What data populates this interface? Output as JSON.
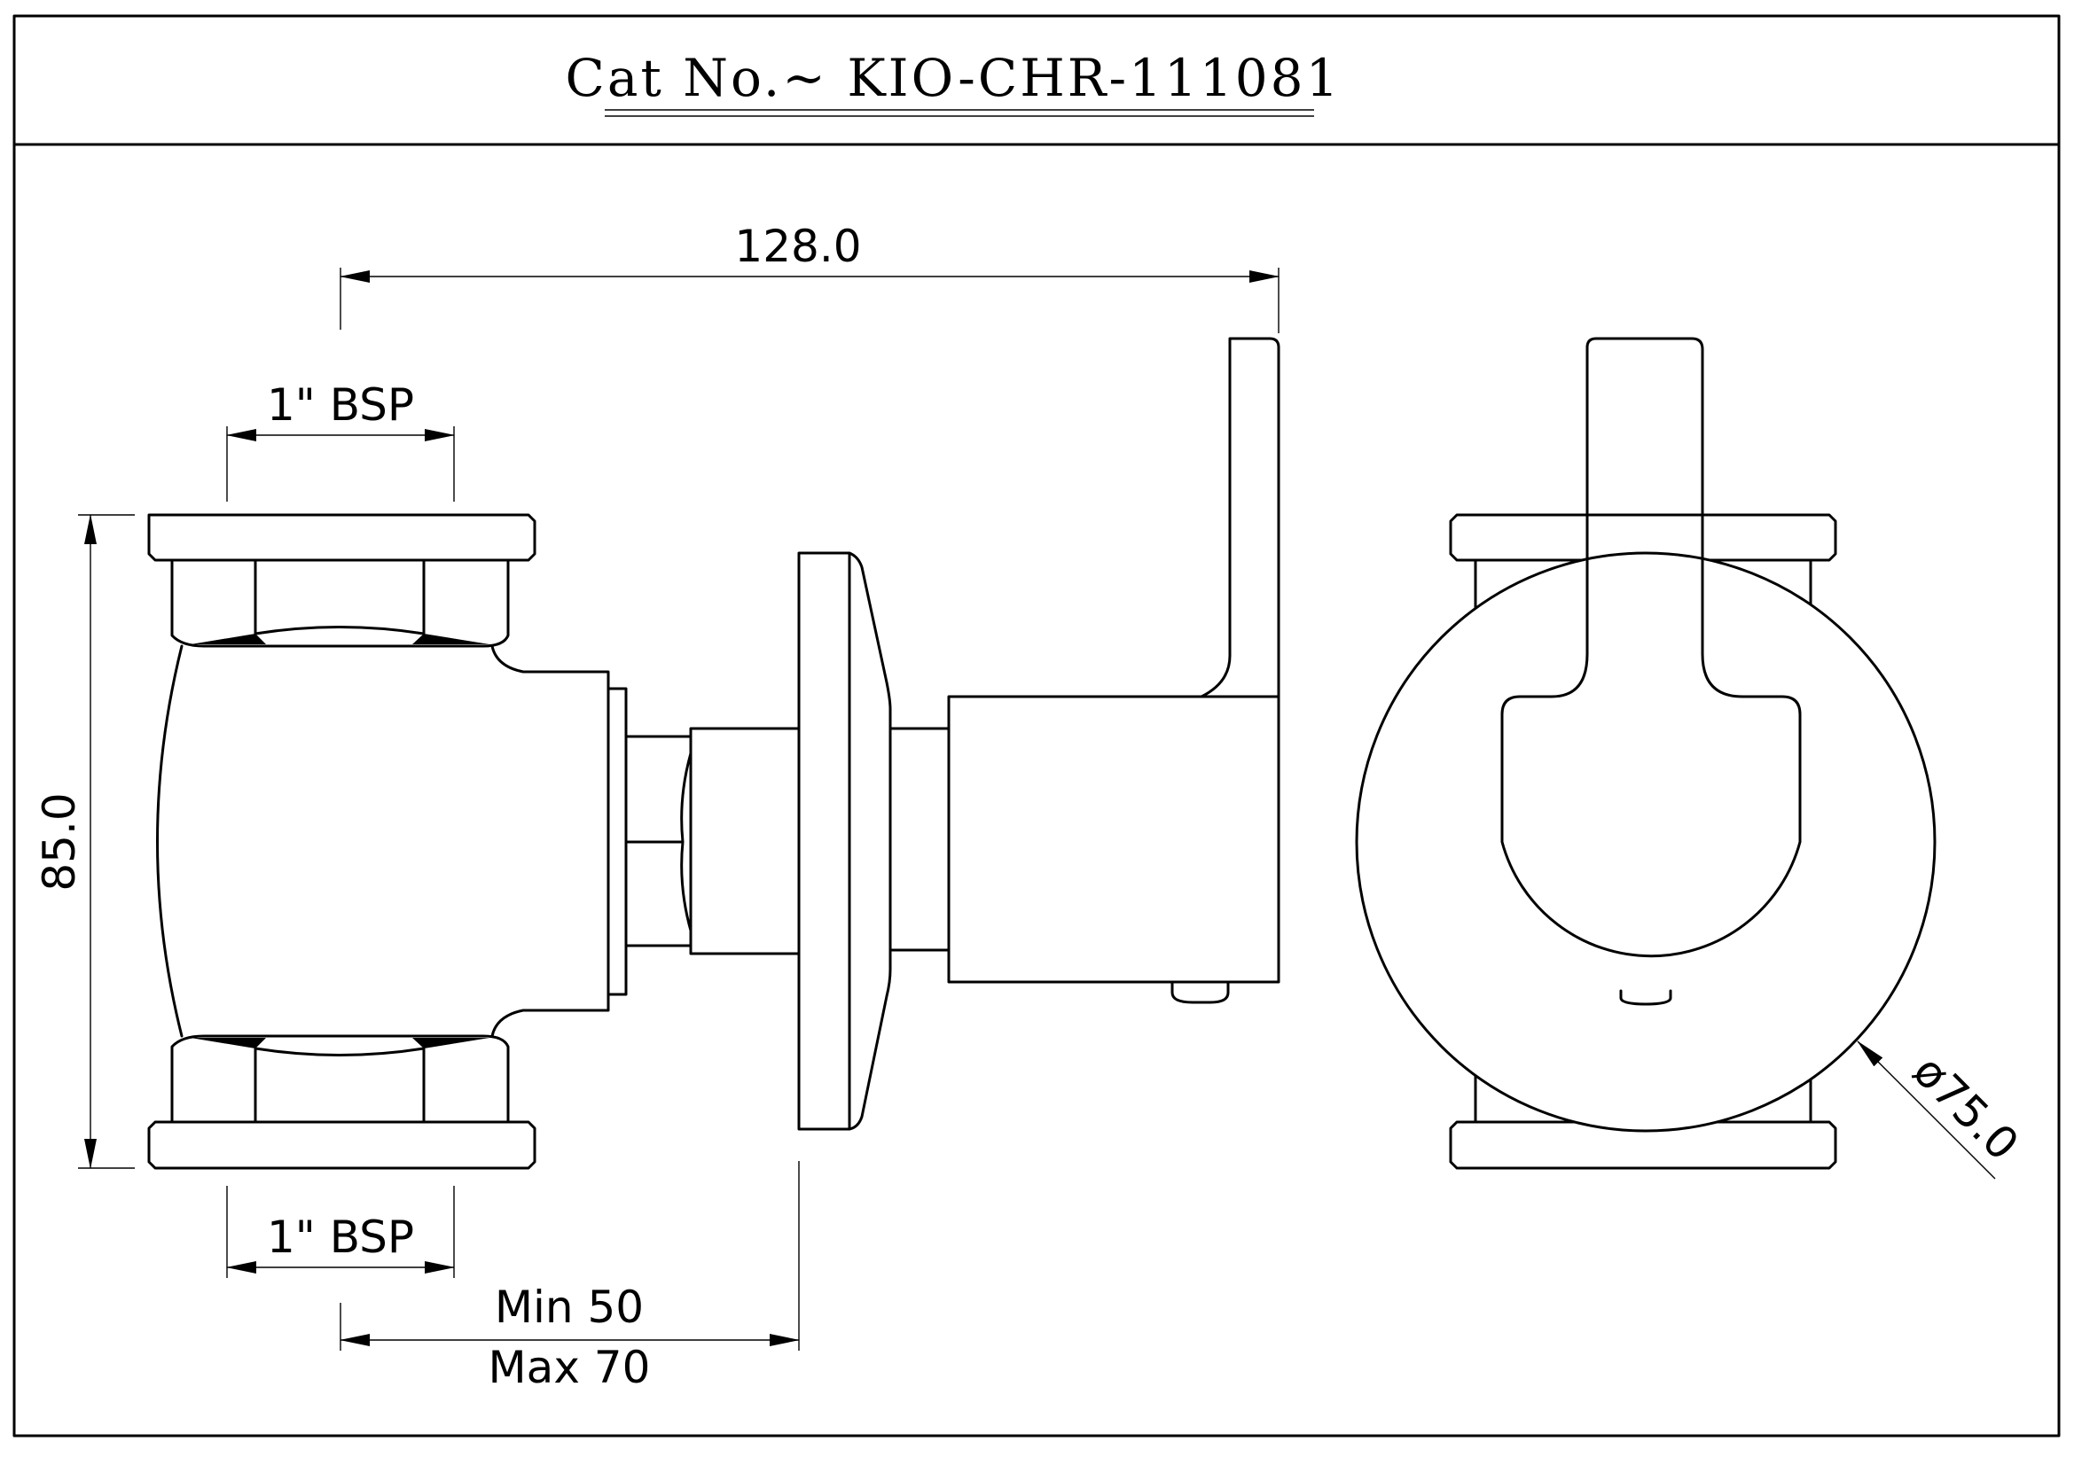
{
  "title": {
    "cat_no": "Cat No.~ KIO-CHR-111081"
  },
  "dimensions": {
    "overall_length": "128.0",
    "height": "85.0",
    "bsp_top": "1\" BSP",
    "bsp_bottom": "1\" BSP",
    "wall_min": "Min 50",
    "wall_max": "Max 70",
    "diameter": "ø75.0"
  },
  "colors": {
    "line": "#000000",
    "background": "#ffffff"
  }
}
